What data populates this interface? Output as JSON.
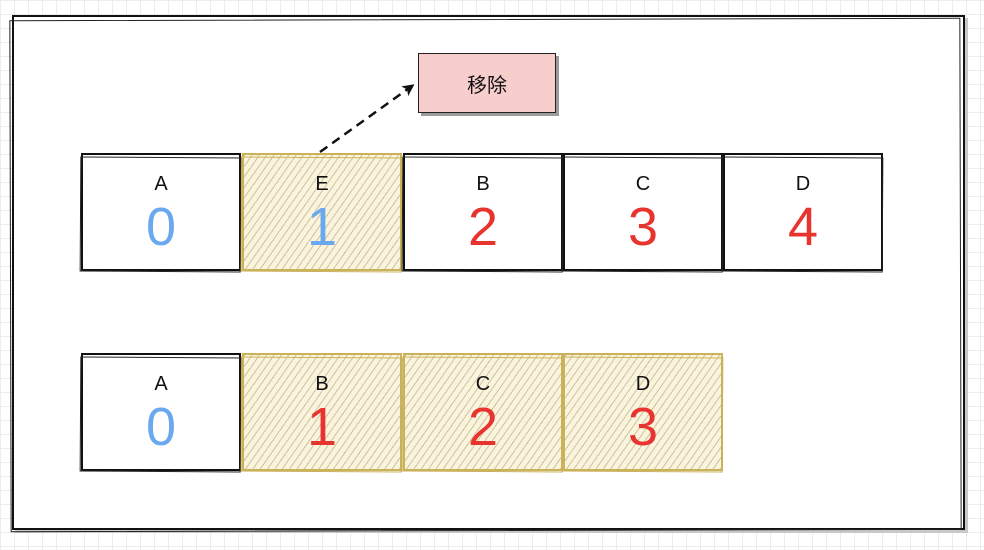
{
  "remove_label": "移除",
  "rows": [
    {
      "cells": [
        {
          "label": "A",
          "index": "0",
          "index_color": "#6aa8f0",
          "highlight": false
        },
        {
          "label": "E",
          "index": "1",
          "index_color": "#6aa8f0",
          "highlight": true
        },
        {
          "label": "B",
          "index": "2",
          "index_color": "#e8342e",
          "highlight": false
        },
        {
          "label": "C",
          "index": "3",
          "index_color": "#e8342e",
          "highlight": false
        },
        {
          "label": "D",
          "index": "4",
          "index_color": "#e8342e",
          "highlight": false
        }
      ]
    },
    {
      "cells": [
        {
          "label": "A",
          "index": "0",
          "index_color": "#6aa8f0",
          "highlight": false
        },
        {
          "label": "B",
          "index": "1",
          "index_color": "#e8342e",
          "highlight": true
        },
        {
          "label": "C",
          "index": "2",
          "index_color": "#e8342e",
          "highlight": true
        },
        {
          "label": "D",
          "index": "3",
          "index_color": "#e8342e",
          "highlight": true
        }
      ]
    }
  ],
  "colors": {
    "remove_fill": "#f8cecc",
    "highlight_fill": "#fbf4dc",
    "highlight_stroke": "#c9b25a"
  }
}
